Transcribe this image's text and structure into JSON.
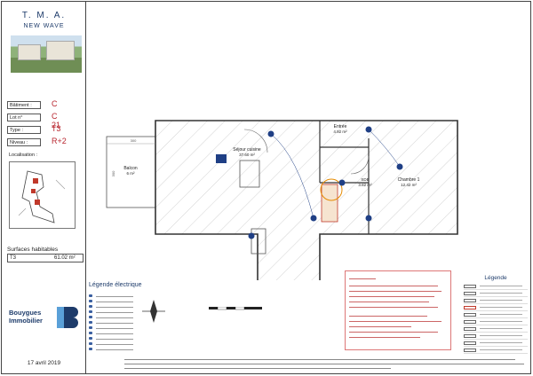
{
  "brand": {
    "title": "T. M. A.",
    "subtitle": "NEW WAVE"
  },
  "info": {
    "batiment_label": "Bâtiment :",
    "batiment_value": "C",
    "lot_label": "Lot n°",
    "lot_value": "C 21",
    "type_label": "Type :",
    "type_value": "T3",
    "niveau_label": "Niveau :",
    "niveau_value": "R+2"
  },
  "localisation_label": "Localisation :",
  "surfaces": {
    "title": "Surfaces habitables",
    "type": "T3",
    "value": "61.02 m²"
  },
  "company": {
    "line1": "Bouygues",
    "line2": "Immobilier"
  },
  "date": "17 avril 2019",
  "plan": {
    "rooms": [
      {
        "name": "Balcon",
        "area": "6 m²"
      },
      {
        "name": "Séjour cuisine",
        "area": "37.60 m²"
      },
      {
        "name": "Entrée",
        "area": "4.92 m²"
      },
      {
        "name": "Chambre 1",
        "area": "12.42 m²"
      },
      {
        "name": "SDB",
        "area": "3.82 m²"
      }
    ],
    "dimensions": [
      "300",
      "300"
    ]
  },
  "legend_electrique": {
    "title": "Légende électrique"
  },
  "legend": {
    "title": "Légende"
  },
  "colors": {
    "accent_red": "#b8262f",
    "plan_blue": "#1f3f85",
    "brand_blue": "#1d3b6a"
  }
}
